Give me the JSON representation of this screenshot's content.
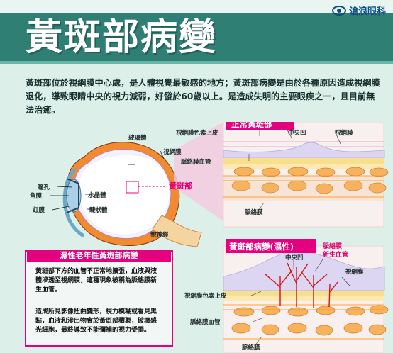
{
  "header": {
    "title": "黃斑部病變",
    "logo_text": "滄浪眼科"
  },
  "intro": "黃斑部位於視網膜中心處，是人體視覺最敏感的地方；黃斑部病變是由於各種原因造成視網膜退化，導致眼睛中央的視力減弱，好發於60歲以上。是造成失明的主要眼疾之一，且目前無法治癒。",
  "eye_labels": {
    "vitreous": "玻璃體",
    "retina": "視網膜",
    "pupil": "瞳孔",
    "cornea": "角膜",
    "lens": "水晶體",
    "iris": "虹膜",
    "ciliary": "睫狀體",
    "optic_nerve": "視神經",
    "macula": "黃斑部"
  },
  "normal_panel": {
    "heading": "正常黃斑部",
    "rpe": "視網膜色素上皮",
    "fovea": "中央凹",
    "retina": "視網膜",
    "vessel": "脈絡膜血管",
    "choroid": "脈絡膜"
  },
  "wet_panel": {
    "heading": "黃斑部病變(濕性)",
    "fovea": "中央凹",
    "neovessel_line1": "脈絡膜",
    "neovessel_line2": "新生血管",
    "retina": "視網膜",
    "rpe": "視網膜色素上皮",
    "vessel": "脈絡膜血管",
    "choroid": "脈絡膜"
  },
  "info_box": {
    "title": "濕性老年性黃斑部病變",
    "paragraph1": "黃斑部下方的血管不正常地擴張，血液與液體滲透至視網膜，這種現象被稱為脈絡膜新生血管。",
    "paragraph2": "造成所見影像扭曲變形，視力模糊或看見黑點，血液和滲出物會於黃斑部積聚，破壞感光細胞，最終導致不能彌補的視力受損。"
  },
  "colors": {
    "title_bar": "#2f7f74",
    "accent_pink": "#e4007f",
    "background": "#dcefe9"
  }
}
